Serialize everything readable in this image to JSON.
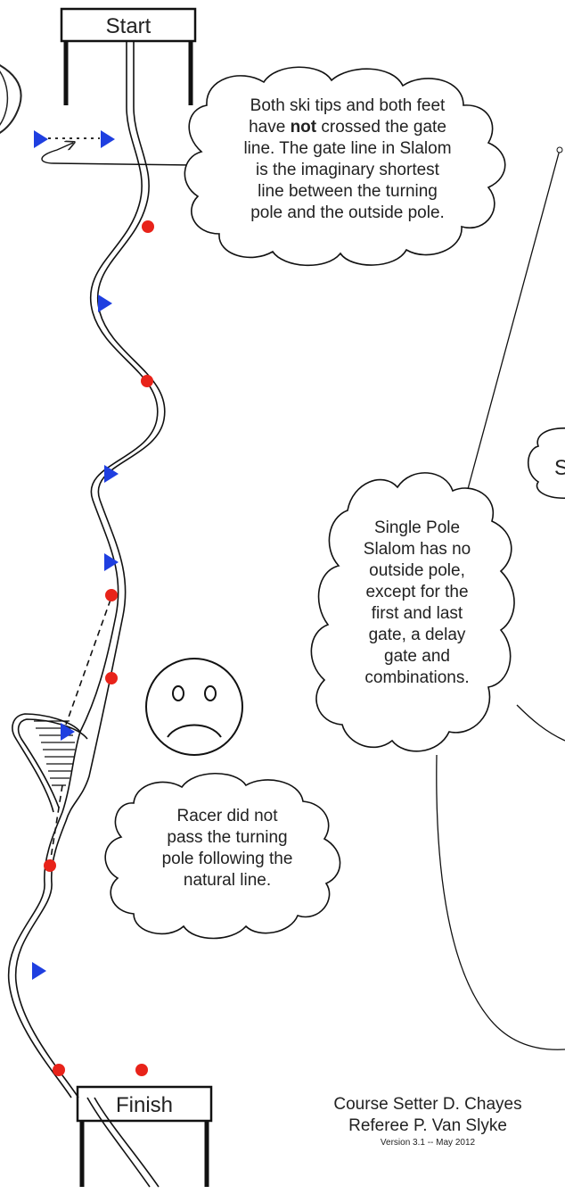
{
  "start_label": "Start",
  "finish_label": "Finish",
  "cloud_gate_line": {
    "line1": "Both ski tips and both feet",
    "line2_pre": "have ",
    "line2_bold": "not",
    "line2_post": " crossed the gate",
    "line3": "line.  The gate line in Slalom",
    "line4": "is the imaginary shortest",
    "line5": "line between the turning",
    "line6": "pole and the outside pole."
  },
  "cloud_single_pole": {
    "lines": [
      "Single Pole",
      "Slalom has no",
      "outside pole,",
      "except for the",
      "first and last",
      "gate, a delay",
      "gate and",
      "combinations."
    ]
  },
  "cloud_racer": {
    "lines": [
      "Racer did not",
      "pass the turning",
      "pole following  the",
      "natural line."
    ]
  },
  "partial_cloud_letter": "S",
  "credits": {
    "line1": "Course Setter D. Chayes",
    "line2": "Referee P.  Van Slyke",
    "version": "Version 3.1 -- May 2012"
  },
  "colors": {
    "turning_pole": "#1f3fe0",
    "outside_pole": "#e8231a",
    "ink": "#222222"
  }
}
